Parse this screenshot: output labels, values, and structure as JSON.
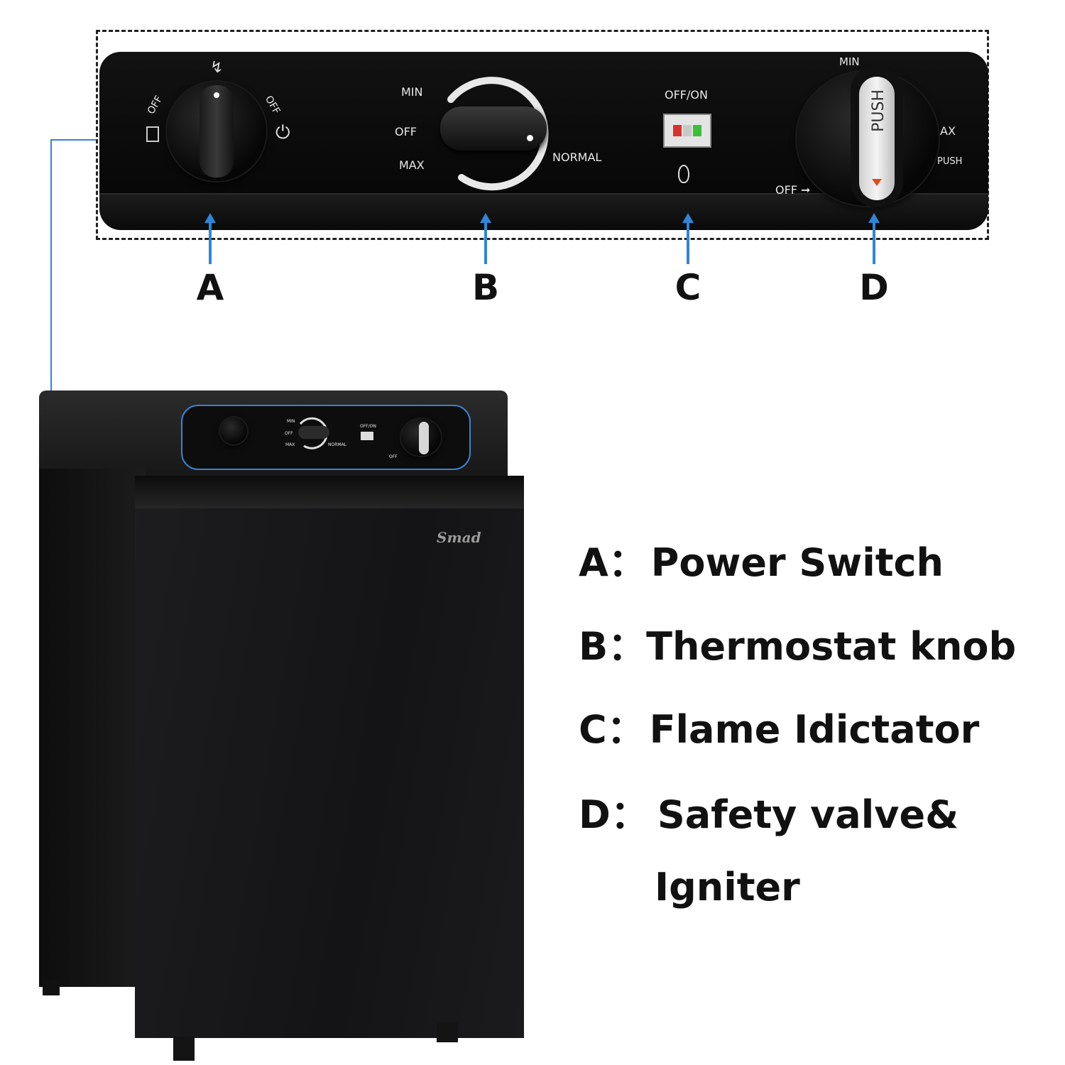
{
  "panel": {
    "knob_a": {
      "left_label": "OFF",
      "right_label": "OFF"
    },
    "knob_b": {
      "min_label": "MIN",
      "off_label": "OFF",
      "max_label": "MAX",
      "normal_label": "NORMAL"
    },
    "indicator_c": {
      "label": "OFF/ON"
    },
    "knob_d": {
      "min_label": "MIN",
      "max_label": "AX",
      "push_label": "PUSH",
      "off_label": "OFF",
      "knob_text": "PUSH"
    }
  },
  "callouts": [
    "A",
    "B",
    "C",
    "D"
  ],
  "legend": [
    {
      "letter": "A",
      "sep": "：",
      "text": "Power Switch"
    },
    {
      "letter": "B",
      "sep": "：",
      "text": "Thermostat knob"
    },
    {
      "letter": "C",
      "sep": "：",
      "text": "Flame Idictator"
    },
    {
      "letter": "D",
      "sep": "：",
      "text": "Safety valve&"
    },
    {
      "letter": "",
      "sep": "",
      "text": "Igniter"
    }
  ],
  "mini_panel": {
    "min_label": "MIN",
    "off_label": "OFF",
    "max_label": "MAX",
    "normal_label": "NORMAL",
    "indicator_label": "OFF/ON",
    "d_off_label": "OFF"
  },
  "brand": "Smad",
  "colors": {
    "callout_blue": "#2f86d6",
    "panel_black": "#0a0a0a",
    "indicator_red": "#d9322e",
    "indicator_green": "#3bbf3b"
  }
}
